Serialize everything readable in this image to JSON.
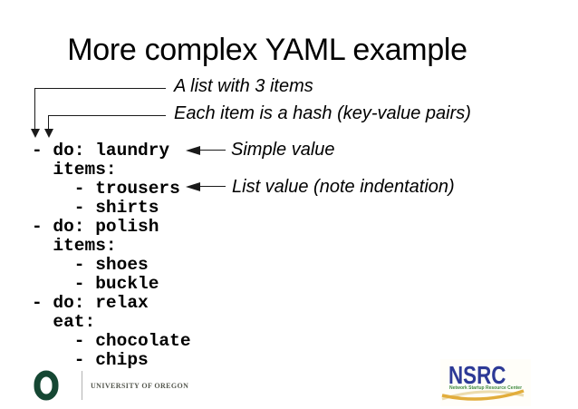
{
  "slide": {
    "title": "More complex YAML example"
  },
  "annotations": {
    "list_note": "A list with 3 items",
    "hash_note": "Each item is a hash (key-value pairs)",
    "simple_value_note": "Simple value",
    "list_value_note": "List value (note indentation)"
  },
  "code": {
    "lines": [
      "- do: laundry",
      "  items:",
      "    - trousers",
      "    - shirts",
      "- do: polish",
      "  items:",
      "    - shoes",
      "    - buckle",
      "- do: relax",
      "  eat:",
      "    - chocolate",
      "    - chips"
    ]
  },
  "footer": {
    "uo": {
      "wordmark": "UNIVERSITY OF OREGON"
    },
    "nsrc": {
      "wordmark": "NSRC",
      "tagline": "Network Startup Resource Center"
    }
  },
  "colors": {
    "text": "#000000",
    "line": "#1a1a1a",
    "uo-green": "#154733",
    "uo-gray": "#55584f",
    "nsrc-blue": "#2d3a96",
    "nsrc-green": "#3f8a3f",
    "swoosh-gold": "#e2ad3b",
    "swoosh-tan": "#ecdcae"
  }
}
